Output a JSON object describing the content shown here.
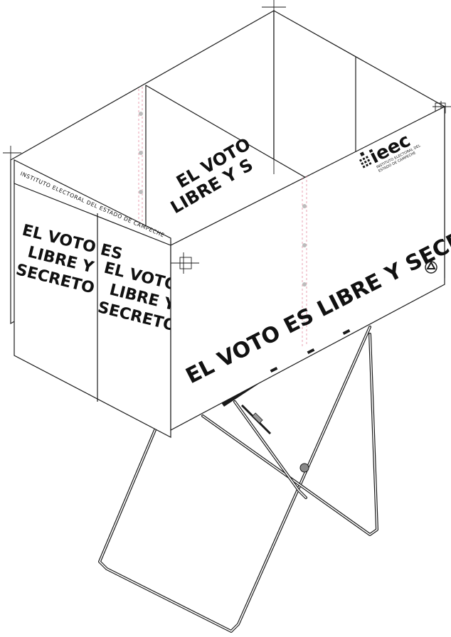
{
  "institution_name": "INSTITUTO ELECTORAL DEL ESTADO DE CAMPECHE",
  "slogan": "EL VOTO ES LIBRE Y SECRETO",
  "slogan_lines": [
    "EL VOTO ES",
    "LIBRE Y",
    "SECRETO"
  ],
  "back_slogan_lines": [
    "EL VOTO",
    "LIBRE Y S"
  ],
  "logo": {
    "name": "ieec",
    "sub1": "INSTITUTO ELECTORAL DEL",
    "sub2": "ESTADO DE CAMPECHE"
  },
  "icons": [
    "recycle-icon"
  ],
  "colors": {
    "stroke": "#1a1a1a",
    "panel": "#ffffff",
    "hinge": "#e58aa0"
  }
}
